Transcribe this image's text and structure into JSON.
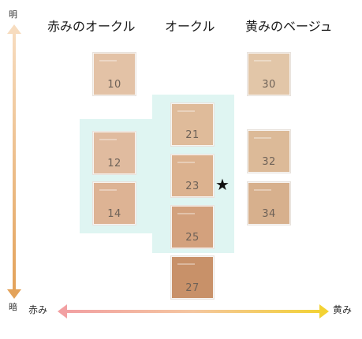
{
  "columns": {
    "reddish_ochre": "赤みのオークル",
    "ochre": "オークル",
    "yellowish_beige": "黄みのベージュ"
  },
  "axes": {
    "top": "明",
    "bottom": "暗",
    "left": "赤み",
    "right": "黄み"
  },
  "swatches": [
    {
      "number": "10",
      "color": "#e3c2a6"
    },
    {
      "number": "12",
      "color": "#e0bb9f"
    },
    {
      "number": "14",
      "color": "#ddb394"
    },
    {
      "number": "21",
      "color": "#dfbb9a"
    },
    {
      "number": "23",
      "color": "#dcb28f"
    },
    {
      "number": "25",
      "color": "#d3a17d"
    },
    {
      "number": "27",
      "color": "#c89169"
    },
    {
      "number": "30",
      "color": "#e2c6a8"
    },
    {
      "number": "32",
      "color": "#dcba98"
    },
    {
      "number": "34",
      "color": "#d7b08d"
    }
  ],
  "highlight": {
    "symbol": "★",
    "target": "23"
  },
  "colors": {
    "background_highlight": "#dff5f2",
    "vertical_axis_gradient": [
      "#f5d7b7",
      "#e3a35b"
    ],
    "horizontal_axis_gradient": [
      "#f2a3a3",
      "#f4d33a"
    ]
  }
}
